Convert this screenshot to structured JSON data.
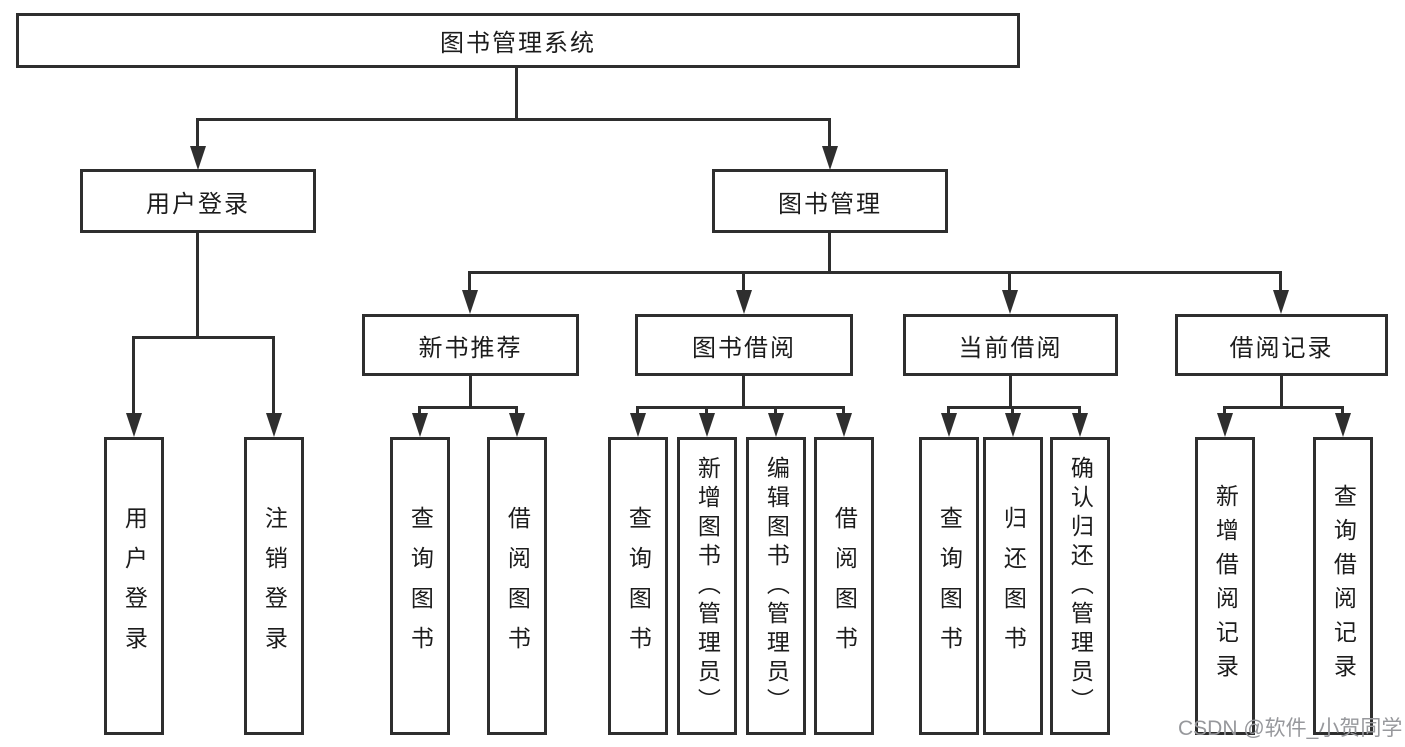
{
  "page": {
    "background": "#ffffff"
  },
  "colors": {
    "line": "#2e2e2e",
    "text": "#1c1c1c",
    "watermark": "#97989c"
  },
  "diagram": {
    "root": {
      "label": "图书管理系统"
    },
    "branches": [
      {
        "label": "用户登录",
        "children": [
          {
            "label": "用户登录"
          },
          {
            "label": "注销登录"
          }
        ]
      },
      {
        "label": "图书管理",
        "children": [
          {
            "label": "新书推荐",
            "children": [
              {
                "label": "查询图书"
              },
              {
                "label": "借阅图书"
              }
            ]
          },
          {
            "label": "图书借阅",
            "children": [
              {
                "label": "查询图书"
              },
              {
                "label": "新增图书（管理员）"
              },
              {
                "label": "编辑图书（管理员）"
              },
              {
                "label": "借阅图书"
              }
            ]
          },
          {
            "label": "当前借阅",
            "children": [
              {
                "label": "查询图书"
              },
              {
                "label": "归还图书"
              },
              {
                "label": "确认归还（管理员）"
              }
            ]
          },
          {
            "label": "借阅记录",
            "children": [
              {
                "label": "新增借阅记录"
              },
              {
                "label": "查询借阅记录"
              }
            ]
          }
        ]
      }
    ]
  },
  "watermark": {
    "text": "CSDN @软件_小贺同学"
  }
}
